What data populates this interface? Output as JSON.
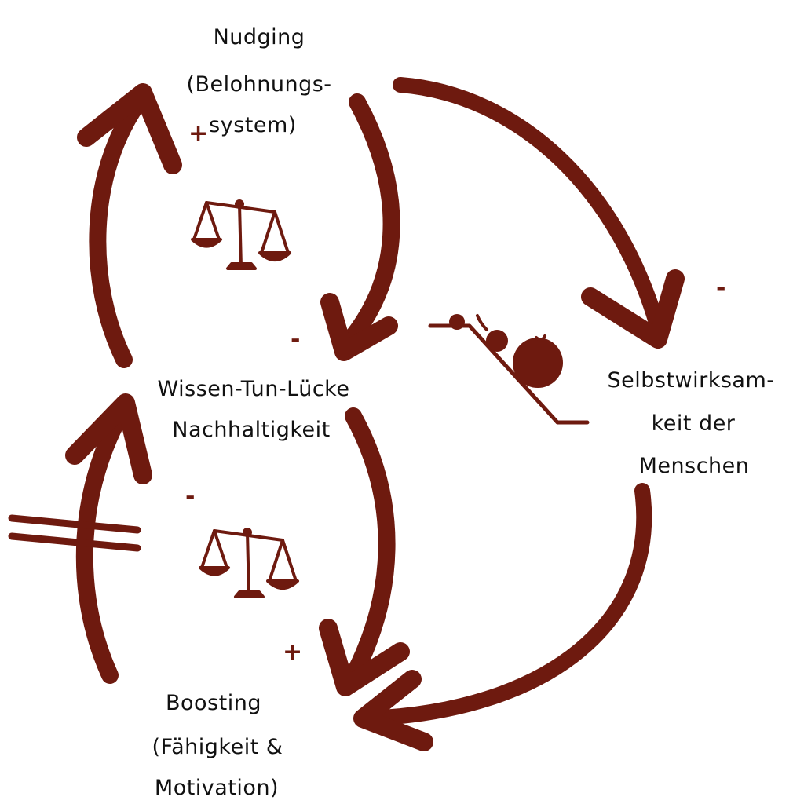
{
  "colors": {
    "arrow": "#6e1a0f",
    "text": "#111111",
    "background": "#ffffff"
  },
  "nodes": {
    "nudging": {
      "lines": [
        "Nudging",
        "(Belohnungs-",
        "system)"
      ]
    },
    "gap": {
      "lines": [
        "Wissen-Tun-Lücke",
        "Nachhaltigkeit"
      ]
    },
    "self_efficacy": {
      "lines": [
        "Selbstwirksam-",
        "keit der",
        "Menschen"
      ]
    },
    "boosting": {
      "lines": [
        "Boosting",
        "(Fähigkeit &",
        "Motivation)"
      ]
    }
  },
  "signs": {
    "nudging_to_gap_top": "+",
    "nudging_to_gap_bottom": "-",
    "nudging_to_self": "-",
    "gap_to_boosting_top": "-",
    "gap_to_boosting_bottom": "+"
  },
  "icons": {
    "balance_upper": "balance-scale-icon",
    "balance_lower": "balance-scale-icon",
    "snowball": "snowball-slope-icon",
    "delay_mark": "delay-mark-icon"
  }
}
